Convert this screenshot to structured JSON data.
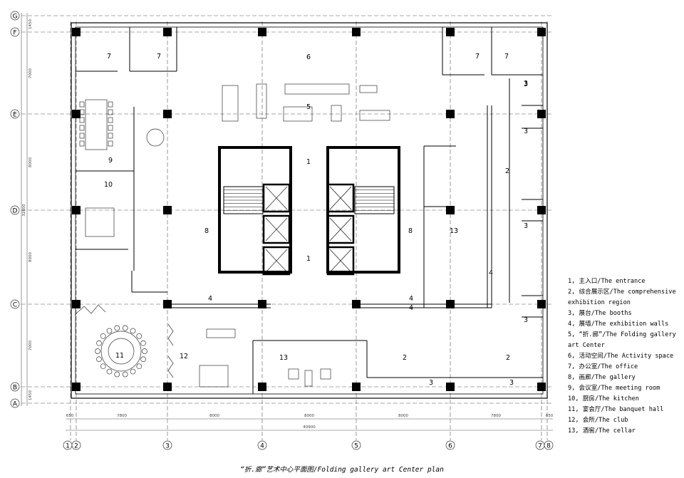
{
  "grid": {
    "rows": [
      "G",
      "F",
      "E",
      "D",
      "C",
      "B",
      "A"
    ],
    "cols": [
      "1",
      "2",
      "3",
      "4",
      "5",
      "6",
      "7",
      "8"
    ]
  },
  "dims": {
    "top": [
      "650",
      "7800",
      "8000",
      "8000",
      "8000",
      "7800",
      "650"
    ],
    "total": "40900",
    "left": [
      "1450",
      "7000",
      "8000",
      "8000",
      "7000",
      "1450"
    ],
    "left_total": "32800"
  },
  "rooms": [
    {
      "id": "r7a",
      "label": "7"
    },
    {
      "id": "r7b",
      "label": "7"
    },
    {
      "id": "r7c",
      "label": "7"
    },
    {
      "id": "r7d",
      "label": "7"
    },
    {
      "id": "r6",
      "label": "6"
    },
    {
      "id": "r5",
      "label": "5"
    },
    {
      "id": "r9",
      "label": "9"
    },
    {
      "id": "r10",
      "label": "10"
    },
    {
      "id": "r1a",
      "label": "1"
    },
    {
      "id": "r1b",
      "label": "1"
    },
    {
      "id": "r8a",
      "label": "8"
    },
    {
      "id": "r8b",
      "label": "8"
    },
    {
      "id": "r2a",
      "label": "2"
    },
    {
      "id": "r2b",
      "label": "2"
    },
    {
      "id": "r2c",
      "label": "2"
    },
    {
      "id": "r13a",
      "label": "13"
    },
    {
      "id": "r13b",
      "label": "13"
    },
    {
      "id": "r4a",
      "label": "4"
    },
    {
      "id": "r4b",
      "label": "4"
    },
    {
      "id": "r4c",
      "label": "4"
    },
    {
      "id": "r4d",
      "label": "4"
    },
    {
      "id": "r11",
      "label": "11"
    },
    {
      "id": "r12",
      "label": "12"
    },
    {
      "id": "r3a",
      "label": "3"
    },
    {
      "id": "r3b",
      "label": "3"
    },
    {
      "id": "r3c",
      "label": "3"
    },
    {
      "id": "r3d",
      "label": "3"
    },
    {
      "id": "r3e",
      "label": "3"
    },
    {
      "id": "r3f",
      "label": "3"
    },
    {
      "id": "r3g",
      "label": "3"
    }
  ],
  "legend": [
    "1, 主入口/The entrance",
    "2, 综合展示区/The comprehensive exhibition region",
    "3, 展台/The booths",
    "4, 展墙/The exhibition walls",
    "5, “折.廊”/The Folding gallery art Center",
    "6, 活动空间/The Activity space",
    "7, 办公室/The office",
    "8, 画廊/The gallery",
    "9, 会议室/The meeting room",
    "10, 厨房/The kitchen",
    "11, 宴会厅/The banquet hall",
    "12, 会所/The club",
    "13, 酒窖/The cellar"
  ],
  "caption": "“折.廊”艺术中心平面图/Folding gallery art Center plan"
}
